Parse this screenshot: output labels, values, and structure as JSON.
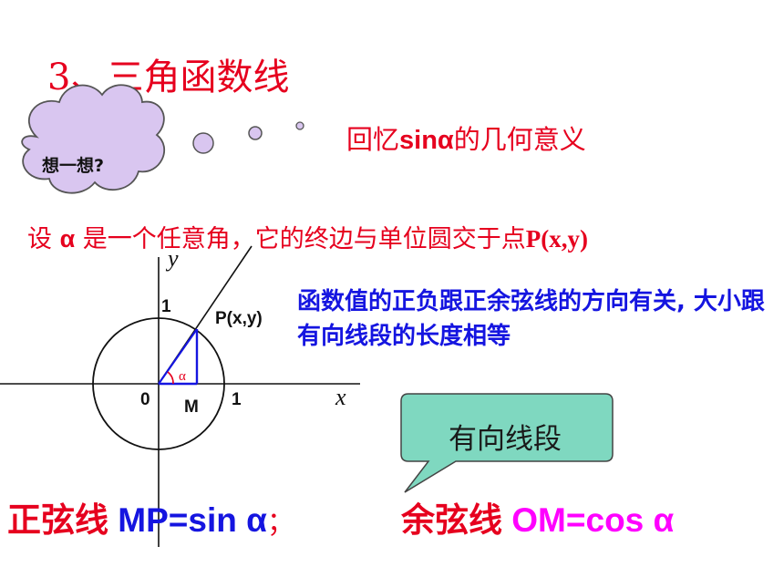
{
  "slide": {
    "title": "3、三角函数线",
    "cloud_text": "想一想?",
    "recall": {
      "prefix": "回忆",
      "fn": "sinα",
      "suffix": "的几何意义"
    },
    "premise": {
      "pre": "设 ",
      "alpha": "α",
      "mid": " 是一个任意角，它的终边与单位圆交于点",
      "point": "P(x,y)"
    },
    "description": "函数值的正负跟正余弦线的方向有关, 大小跟有向线段的长度相等",
    "callout": "有向线段",
    "sine_def": {
      "label": "正弦线",
      "formula": " MP=sin α",
      "semicolon": "；"
    },
    "cos_def": {
      "label": "余弦线",
      "formula": " OM=cos α"
    },
    "diagram": {
      "x_label": "x",
      "y_label": "y",
      "origin_label": "0",
      "x_tick_label": "1",
      "y_tick_label": "1",
      "point_label": "P(x,y)",
      "foot_label": "M",
      "angle_mark": "α"
    },
    "colors": {
      "title": "#e6001e",
      "emphasis": "#1515e0",
      "cosine": "#ff00ff",
      "callout_fill": "#7fd8c0"
    }
  }
}
